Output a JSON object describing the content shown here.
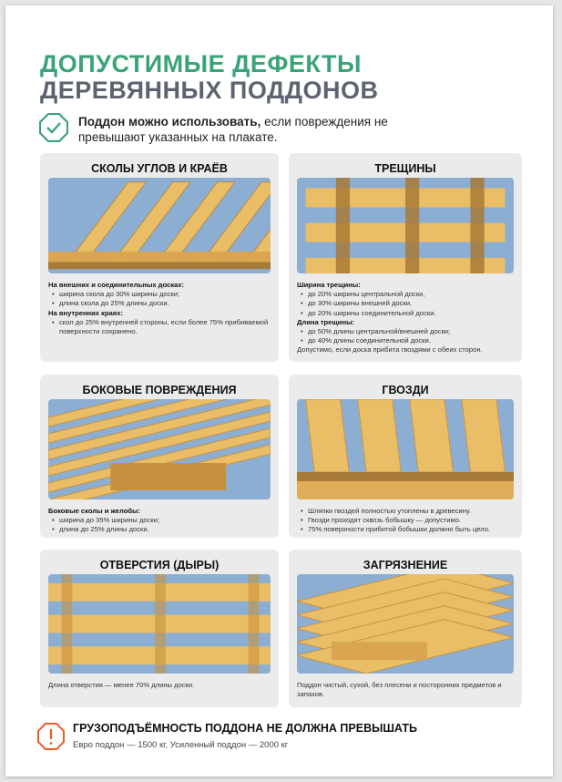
{
  "title": {
    "line1": "ДОПУСТИМЫЕ ДЕФЕКТЫ",
    "line2": "ДЕРЕВЯННЫХ ПОДДОНОВ"
  },
  "intro": {
    "bold": "Поддон можно использовать,",
    "rest": " если повреждения не превышают указанных на плакате."
  },
  "cards": [
    {
      "title": "СКОЛЫ УГЛОВ И КРАЁВ",
      "lines": [
        {
          "t": "h",
          "text": "На внешних и соединительных досках:"
        },
        {
          "t": "li",
          "text": "ширина скола до 30% ширины доски;"
        },
        {
          "t": "li",
          "text": "длина скола до 25% длины доски."
        },
        {
          "t": "h",
          "text": "На внутренних краях:"
        },
        {
          "t": "li",
          "text": "скол до 25% внутренней стороны, если более 75% прибиваемой поверхности сохранено."
        }
      ]
    },
    {
      "title": "ТРЕЩИНЫ",
      "lines": [
        {
          "t": "h",
          "text": "Ширина трещины:"
        },
        {
          "t": "li",
          "text": "до 20% ширины центральной доски,"
        },
        {
          "t": "li",
          "text": "до 30% ширины внешней доски,"
        },
        {
          "t": "li",
          "text": "до 20% ширины соединительной доски."
        },
        {
          "t": "h",
          "text": "Длина трещины:"
        },
        {
          "t": "li",
          "text": "до 50% длины центральной/внешней доски;"
        },
        {
          "t": "li",
          "text": "до 40% длины соединительной доски."
        },
        {
          "t": "p",
          "text": "Допустимо, если доска прибита гвоздями с обеих сторон."
        }
      ]
    },
    {
      "title": "БОКОВЫЕ ПОВРЕЖДЕНИЯ",
      "lines": [
        {
          "t": "h",
          "text": "Боковые сколы и желобы:"
        },
        {
          "t": "li",
          "text": "ширина до 35% ширины доски;"
        },
        {
          "t": "li",
          "text": "длина до 25% длины доски."
        }
      ]
    },
    {
      "title": "ГВОЗДИ",
      "lines": [
        {
          "t": "li",
          "text": "Шляпки гвоздей полностью утоплены в древесину."
        },
        {
          "t": "li",
          "text": "Гвозди проходят сквозь бобышку — допустимо."
        },
        {
          "t": "li",
          "text": "75% поверхности прибитой бобышки должно быть цело."
        }
      ]
    },
    {
      "title": "ОТВЕРСТИЯ (ДЫРЫ)",
      "lines": [
        {
          "t": "p",
          "text": "Длина отверстия — менее 70% длины доски."
        }
      ]
    },
    {
      "title": "ЗАГРЯЗНЕНИЕ",
      "lines": [
        {
          "t": "p",
          "text": "Поддон чистый, сухой, без плесени и посторонних предметов и запахов."
        }
      ]
    }
  ],
  "warning": {
    "title": "ГРУЗОПОДЪЁМНОСТЬ ПОДДОНА НЕ ДОЛЖНА ПРЕВЫШАТЬ",
    "text": "Евро поддон — 1500 кг, Усиленный поддон — 2000 кг"
  },
  "colors": {
    "green": "#3aa37a",
    "gray": "#5d6470",
    "red": "#f05a28",
    "sky": "#8caed3",
    "wood": "#eabd67"
  }
}
